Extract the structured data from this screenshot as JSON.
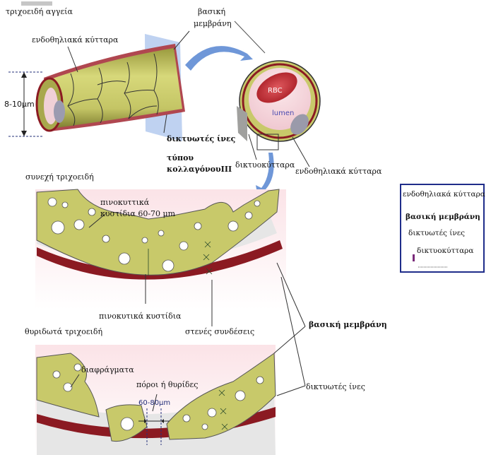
{
  "labels": {
    "top_left_caption": "τριχοειδή αγγεία",
    "endothelial_top": "ενδοθηλιακά κύτταρα",
    "diameter": "8-10μm",
    "basement_membrane_top_line1": "βασική",
    "basement_membrane_top_line2": "μεμβράνη",
    "reticular_fibers_line1": "δικτυωτές ίνες",
    "reticular_fibers_line2": "τύπου",
    "reticular_fibers_line3": "κολλαγόνουIII",
    "rbc": "RBC",
    "lumen": "lumen",
    "reticular_cells": "δικτυοκύτταρα",
    "endothelial_cross": "ενδοθηλιακά κύτταρα",
    "continuous_caption": "συνεχή τριχοειδή",
    "pinocytotic_line1": "πινοκυττικά",
    "pinocytotic_line2": "κυστίδια 60-70 μm",
    "pinocytotic_bottom": "πινοκυτικά κυστίδια",
    "fenestrated_caption": "θυριδωτά τριχοειδή",
    "tight_junctions": "στενές συνδέσεις",
    "basement_membrane_right": "βασική μεμβράνη",
    "diaphragms": "διαφράγματα",
    "pores": "πόροι ή θυρίδες",
    "pore_size": "60-80μm",
    "reticular_fibers_bottom": "δικτυωτές ίνες"
  },
  "legend": {
    "items": [
      "ενδοθηλιακά κύτταρα",
      "βασική μεμβράνη",
      "δικτυωτές ίνες",
      "δικτυοκύτταρα"
    ]
  },
  "colors": {
    "cell": "#c8c96a",
    "cell_dark": "#8f8f3a",
    "membrane": "#8b1a22",
    "lumen": "#f3d6dc",
    "rbc": "#c0272d",
    "arrow": "#6f97d8",
    "legend_border": "#1f2d8a"
  }
}
